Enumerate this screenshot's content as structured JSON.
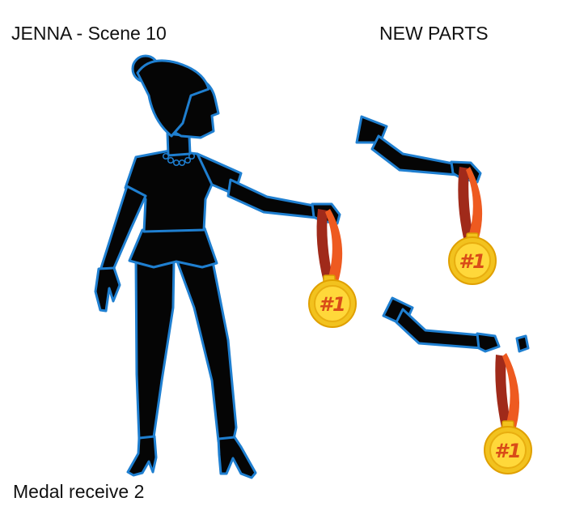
{
  "canvas": {
    "title": "JENNA - Scene 10",
    "parts_heading": "NEW PARTS",
    "caption": "Medal receive 2"
  },
  "figure": {
    "character": "woman-silhouette",
    "silhouette_color": "#050505",
    "outline_color": "#1f7fd0"
  },
  "medal": {
    "text": "#1",
    "gold": "#f2c21e",
    "gold_light": "#ffd83a",
    "ribbon_dark": "#a02a1a",
    "ribbon_light": "#ee5a20"
  }
}
